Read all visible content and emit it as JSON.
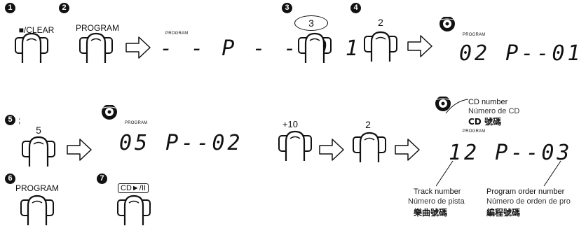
{
  "steps": {
    "s1": {
      "number": "1",
      "button": "■/CLEAR"
    },
    "s2": {
      "number": "2",
      "button": "PROGRAM"
    },
    "s3": {
      "number": "3",
      "button": "3"
    },
    "s4": {
      "number": "4",
      "button": "2"
    },
    "s5": {
      "number": "5",
      "suffix": ";",
      "button": "5"
    },
    "s6": {
      "number": "6",
      "button": "PROGRAM"
    },
    "s7": {
      "number": "7",
      "button": "CD►/II"
    }
  },
  "extra_buttons": {
    "plus10": "+10",
    "two": "2"
  },
  "displays": {
    "d1": {
      "tag": "PROGRAM",
      "text": "- - P - - 0 1"
    },
    "d2": {
      "tag": "PROGRAM",
      "text": "02  P--01"
    },
    "d3": {
      "tag": "PROGRAM",
      "text": "05  P--02"
    },
    "d4": {
      "tag": "PROGRAM",
      "text": "12  P--03"
    }
  },
  "annotations": {
    "cd_number": {
      "en": "CD number",
      "es": "Número de CD",
      "zh": "CD 號碼"
    },
    "track_number": {
      "en": "Track number",
      "es": "Número de pista",
      "zh": "樂曲號碼"
    },
    "program_order": {
      "en": "Program order number",
      "es": "Número de orden de pro",
      "zh": "編程號碼"
    }
  }
}
